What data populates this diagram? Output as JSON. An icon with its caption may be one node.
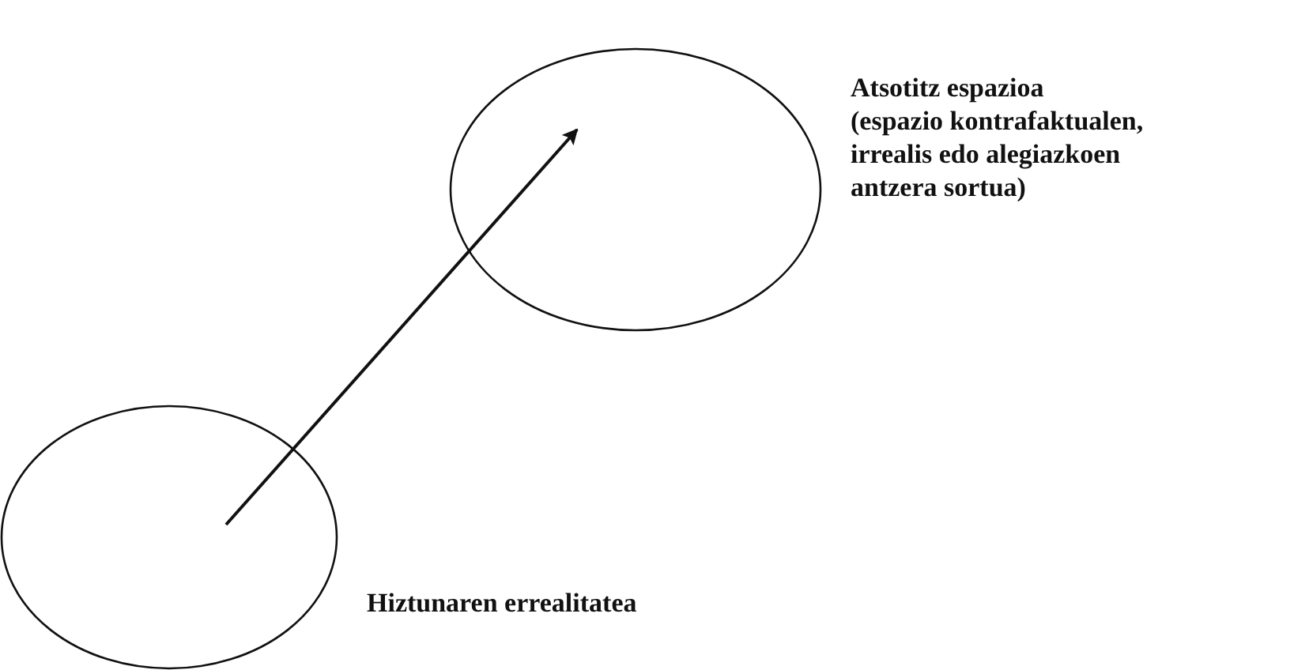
{
  "diagram": {
    "nodes": [
      {
        "text": [],
        "shape": "circle",
        "beside": [
          "Atsotitz espazioa",
          "(espazio kontrafaktualen, irrealis edo alegiazkoen antzera sortua)"
        ]
      },
      {
        "text": [],
        "shape": "circle",
        "beside": [
          "Hiztunaren errealitatea"
        ]
      }
    ],
    "edges": [
      {
        "from": 1,
        "to": 0,
        "arrow": "to"
      }
    ]
  }
}
